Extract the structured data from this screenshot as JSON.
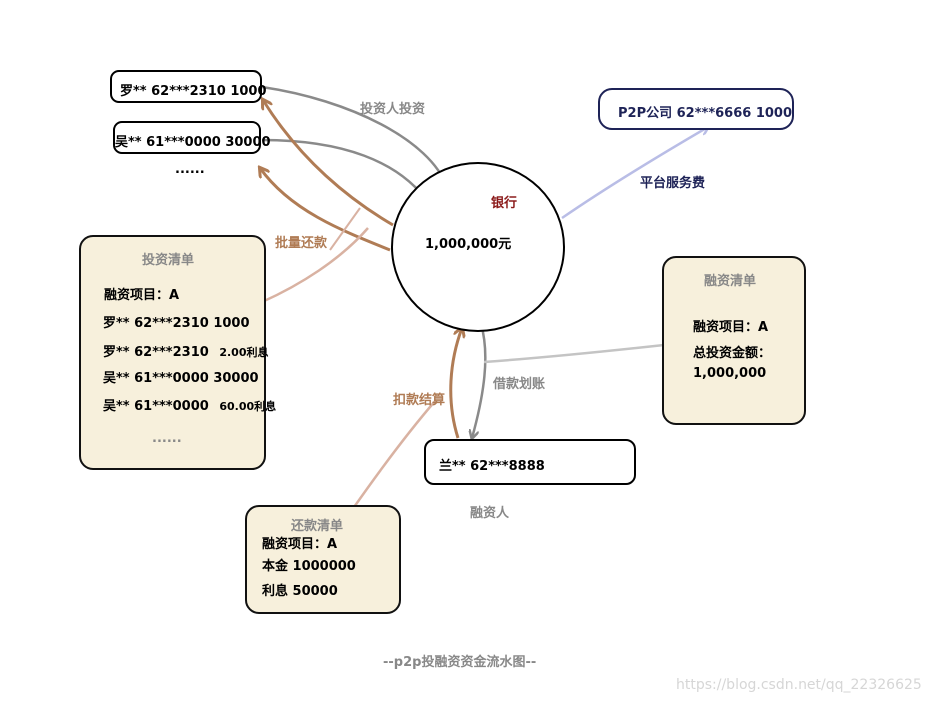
{
  "investors": [
    {
      "text": "罗** 62***2310  1000"
    },
    {
      "text": "吴** 61***0000  30000"
    }
  ],
  "investors_more": "......",
  "p2p_company": {
    "text": "P2P公司  62***6666  1000"
  },
  "bank": {
    "name": "银行",
    "amount": "1,000,000元"
  },
  "borrower": {
    "text": "兰** 62***8888",
    "caption": "融资人"
  },
  "flow_labels": {
    "invest": "投资人投资",
    "batch_repay": "批量还款",
    "platform_fee": "平台服务费",
    "loan_transfer": "借款划账",
    "deduct_settle": "扣款结算"
  },
  "investment_list": {
    "title": "投资清单",
    "project": "融资项目：A",
    "rows": [
      {
        "main": "罗** 62***2310 1000",
        "extra": ""
      },
      {
        "main": "罗** 62***2310",
        "extra": "2.00利息"
      },
      {
        "main": "吴** 61***0000 30000",
        "extra": ""
      },
      {
        "main": "吴** 61***0000",
        "extra": "60.00利息"
      }
    ],
    "more": "......"
  },
  "financing_list": {
    "title": "融资清单",
    "project": "融资项目：A",
    "total_label": "总投资金额：",
    "total_value": "1,000,000"
  },
  "repayment_list": {
    "title": "还款清单",
    "project": "融资项目：A",
    "principal": "本金 1000000",
    "interest": "利息 50000"
  },
  "caption": "--p2p投融资资金流水图--",
  "watermark": "https://blog.csdn.net/qq_22326625",
  "colors": {
    "grey_arrow": "#8a8a8a",
    "brown_arrow": "#b07c55",
    "pale_brown_line": "#d9b2a2",
    "lavender_arrow": "#b9bde6",
    "light_grey_line": "#c4c4c4",
    "note_fill": "#f7f0dc",
    "p2p_border": "#1e2357",
    "bank_text": "#8b1a1a"
  }
}
